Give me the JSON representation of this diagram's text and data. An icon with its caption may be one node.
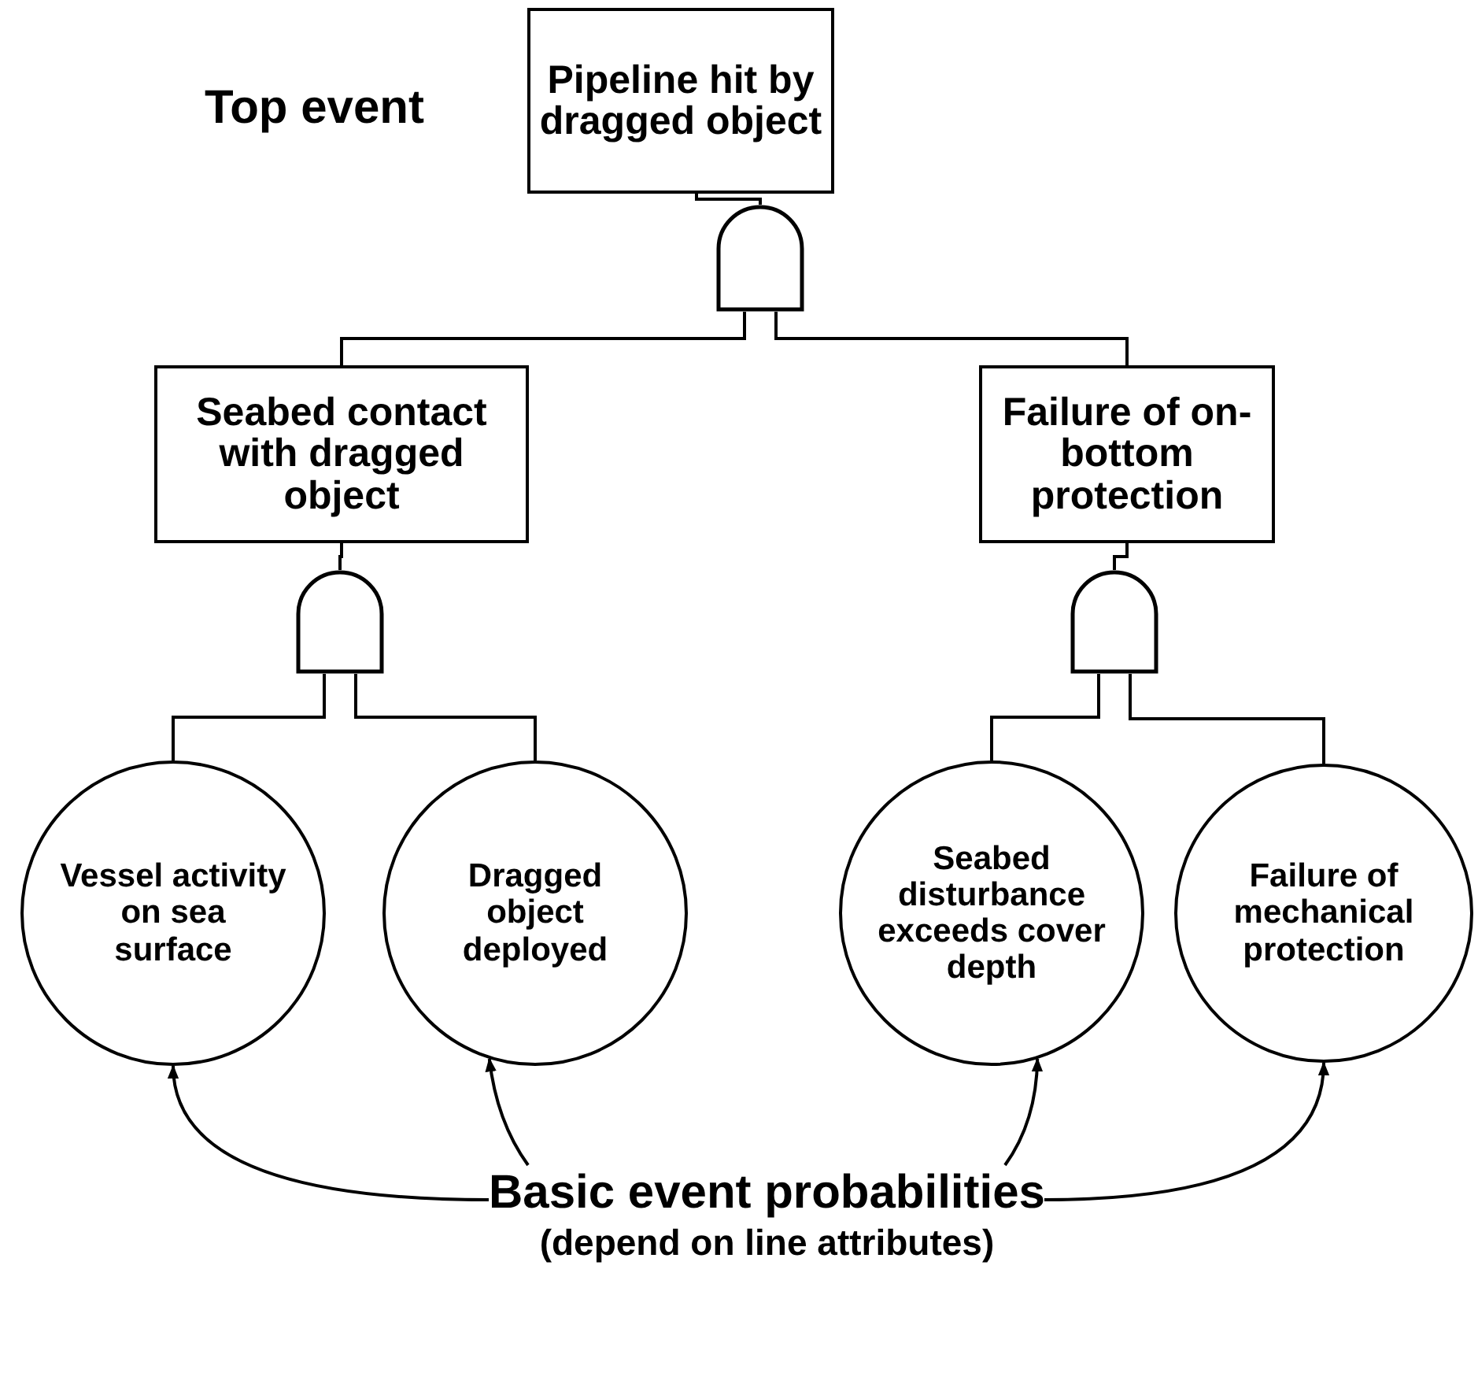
{
  "diagram": {
    "nodes": [
      {
        "text": [
          "Pipeline hit by dragged object"
        ],
        "beside": [
          "Top event"
        ]
      },
      {
        "text": [],
        "shape": "gate"
      },
      {
        "text": [
          "Seabed contact with dragged object"
        ]
      },
      {
        "text": [
          "Failure of on-bottom protection"
        ]
      },
      {
        "text": [],
        "shape": "gate"
      },
      {
        "text": [],
        "shape": "gate"
      },
      {
        "text": [
          "Vessel activity on sea surface"
        ]
      },
      {
        "text": [
          "Dragged object deployed"
        ]
      },
      {
        "text": [
          "Seabed disturbance exceeds cover depth"
        ]
      },
      {
        "text": [
          "Failure of mechanical protection"
        ]
      },
      {
        "text": [
          "Basic event probabilities",
          "(depend on line attributes)"
        ]
      }
    ],
    "edges": [
      {
        "from": 0,
        "to": 1,
        "arrow": "none"
      },
      {
        "from": 1,
        "to": 2,
        "arrow": "none"
      },
      {
        "from": 1,
        "to": 3,
        "arrow": "none"
      },
      {
        "from": 2,
        "to": 4,
        "arrow": "none"
      },
      {
        "from": 4,
        "to": 6,
        "arrow": "none"
      },
      {
        "from": 4,
        "to": 7,
        "arrow": "none"
      },
      {
        "from": 3,
        "to": 5,
        "arrow": "none"
      },
      {
        "from": 5,
        "to": 8,
        "arrow": "none"
      },
      {
        "from": 5,
        "to": 9,
        "arrow": "none"
      },
      {
        "from": 10,
        "to": 6,
        "arrow": "to"
      },
      {
        "from": 10,
        "to": 7,
        "arrow": "to"
      },
      {
        "from": 10,
        "to": 8,
        "arrow": "to"
      },
      {
        "from": 10,
        "to": 9,
        "arrow": "to"
      }
    ]
  }
}
